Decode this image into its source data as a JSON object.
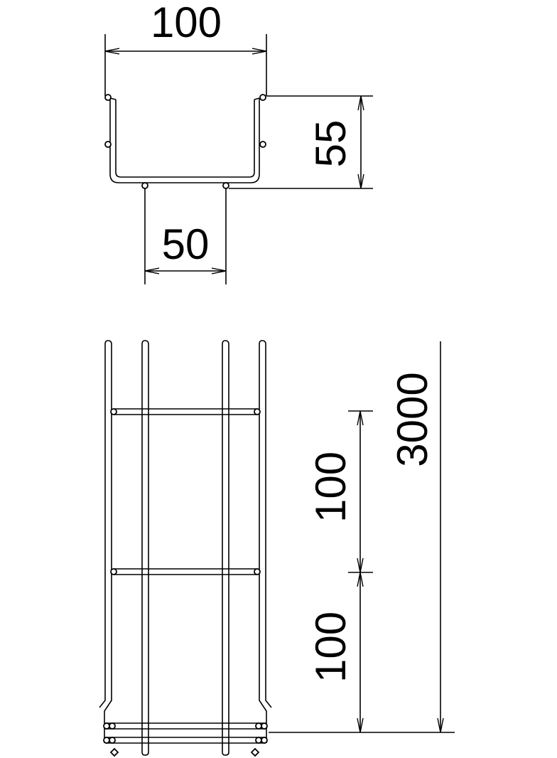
{
  "dimensions": {
    "top_width": "100",
    "side_height": "55",
    "bottom_width": "50",
    "length": "3000",
    "spacing_upper": "100",
    "spacing_lower": "100"
  },
  "colors": {
    "line": "#000000",
    "background": "#ffffff"
  }
}
